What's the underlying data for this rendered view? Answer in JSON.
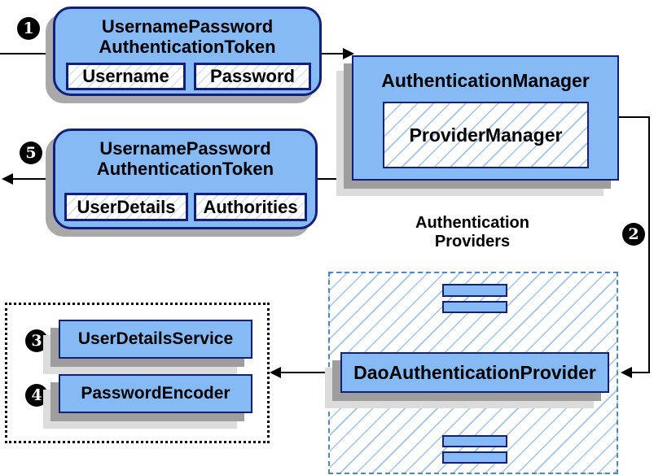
{
  "badges": {
    "step1": "1",
    "step2": "2",
    "step3": "3",
    "step4": "4",
    "step5": "5"
  },
  "request_token": {
    "title_line1": "UsernamePassword",
    "title_line2": "AuthenticationToken",
    "fields": [
      "Username",
      "Password"
    ]
  },
  "result_token": {
    "title_line1": "UsernamePassword",
    "title_line2": "AuthenticationToken",
    "fields": [
      "UserDetails",
      "Authorities"
    ]
  },
  "authentication_manager": {
    "title": "AuthenticationManager",
    "inner_title": "ProviderManager"
  },
  "authentication_providers": {
    "label_line1": "Authentication",
    "label_line2": "Providers",
    "provider": "DaoAuthenticationProvider"
  },
  "collaborators": {
    "items": [
      "UserDetailsService",
      "PasswordEncoder"
    ]
  },
  "colors": {
    "node_fill": "#85BAF4",
    "node_border": "#141F7A",
    "hatch_line": "#9EC4EC",
    "shadow_dark": "#9E9E9E",
    "shadow_light": "#DCDCDC",
    "dashed_border": "#4F86C6",
    "dotted_border": "#000000",
    "arrow": "#000000",
    "badge_bg": "#000000",
    "badge_text": "#FFFFFF"
  }
}
